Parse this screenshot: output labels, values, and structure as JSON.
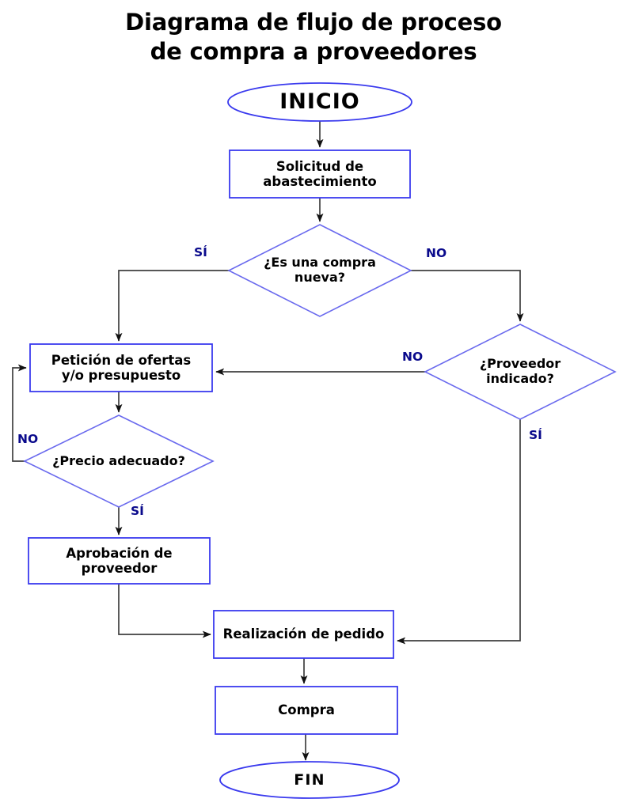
{
  "title": {
    "line1": "Diagrama de flujo de proceso",
    "line2": "de compra a proveedores"
  },
  "colors": {
    "shape_stroke": "#3a3aee",
    "shape_fill": "#ffffff",
    "connector": "#3f3f3f",
    "arrow": "#111111",
    "text": "#000000",
    "edge_label": "#0a0a8c",
    "background": "#ffffff"
  },
  "nodes": [
    {
      "id": "inicio",
      "type": "terminal",
      "label": "INICIO"
    },
    {
      "id": "solicitud",
      "type": "process",
      "label": "Solicitud de\nabastecimiento",
      "line1": "Solicitud de",
      "line2": "abastecimiento"
    },
    {
      "id": "compra_nueva",
      "type": "decision",
      "label": "¿Es una compra\nnueva?",
      "line1": "¿Es una compra",
      "line2": "nueva?"
    },
    {
      "id": "peticion",
      "type": "process",
      "label": "Petición de ofertas\ny/o presupuesto",
      "line1": "Petición de ofertas",
      "line2": "y/o presupuesto"
    },
    {
      "id": "proveedor_indicado",
      "type": "decision",
      "label": "¿Proveedor\nindicado?",
      "line1": "¿Proveedor",
      "line2": "indicado?"
    },
    {
      "id": "precio_adecuado",
      "type": "decision",
      "label": "¿Precio adecuado?",
      "line1": "¿Precio adecuado?",
      "line2": ""
    },
    {
      "id": "aprobacion",
      "type": "process",
      "label": "Aprobación de\nproveedor",
      "line1": "Aprobación de",
      "line2": "proveedor"
    },
    {
      "id": "realizacion",
      "type": "process",
      "label": "Realización de pedido",
      "line1": "Realización de pedido",
      "line2": ""
    },
    {
      "id": "compra",
      "type": "process",
      "label": "Compra",
      "line1": "Compra",
      "line2": ""
    },
    {
      "id": "fin",
      "type": "terminal",
      "label": "FIN"
    }
  ],
  "edge_labels": {
    "compra_nueva_si": "SÍ",
    "compra_nueva_no": "NO",
    "proveedor_indicado_no": "NO",
    "proveedor_indicado_si": "SÍ",
    "precio_adecuado_no": "NO",
    "precio_adecuado_si": "SÍ"
  },
  "edges": [
    {
      "from": "inicio",
      "to": "solicitud",
      "label": ""
    },
    {
      "from": "solicitud",
      "to": "compra_nueva",
      "label": ""
    },
    {
      "from": "compra_nueva",
      "to": "peticion",
      "label": "SÍ"
    },
    {
      "from": "compra_nueva",
      "to": "proveedor_indicado",
      "label": "NO"
    },
    {
      "from": "proveedor_indicado",
      "to": "peticion",
      "label": "NO"
    },
    {
      "from": "proveedor_indicado",
      "to": "realizacion",
      "label": "SÍ"
    },
    {
      "from": "peticion",
      "to": "precio_adecuado",
      "label": ""
    },
    {
      "from": "precio_adecuado",
      "to": "peticion",
      "label": "NO"
    },
    {
      "from": "precio_adecuado",
      "to": "aprobacion",
      "label": "SÍ"
    },
    {
      "from": "aprobacion",
      "to": "realizacion",
      "label": ""
    },
    {
      "from": "realizacion",
      "to": "compra",
      "label": ""
    },
    {
      "from": "compra",
      "to": "fin",
      "label": ""
    }
  ]
}
